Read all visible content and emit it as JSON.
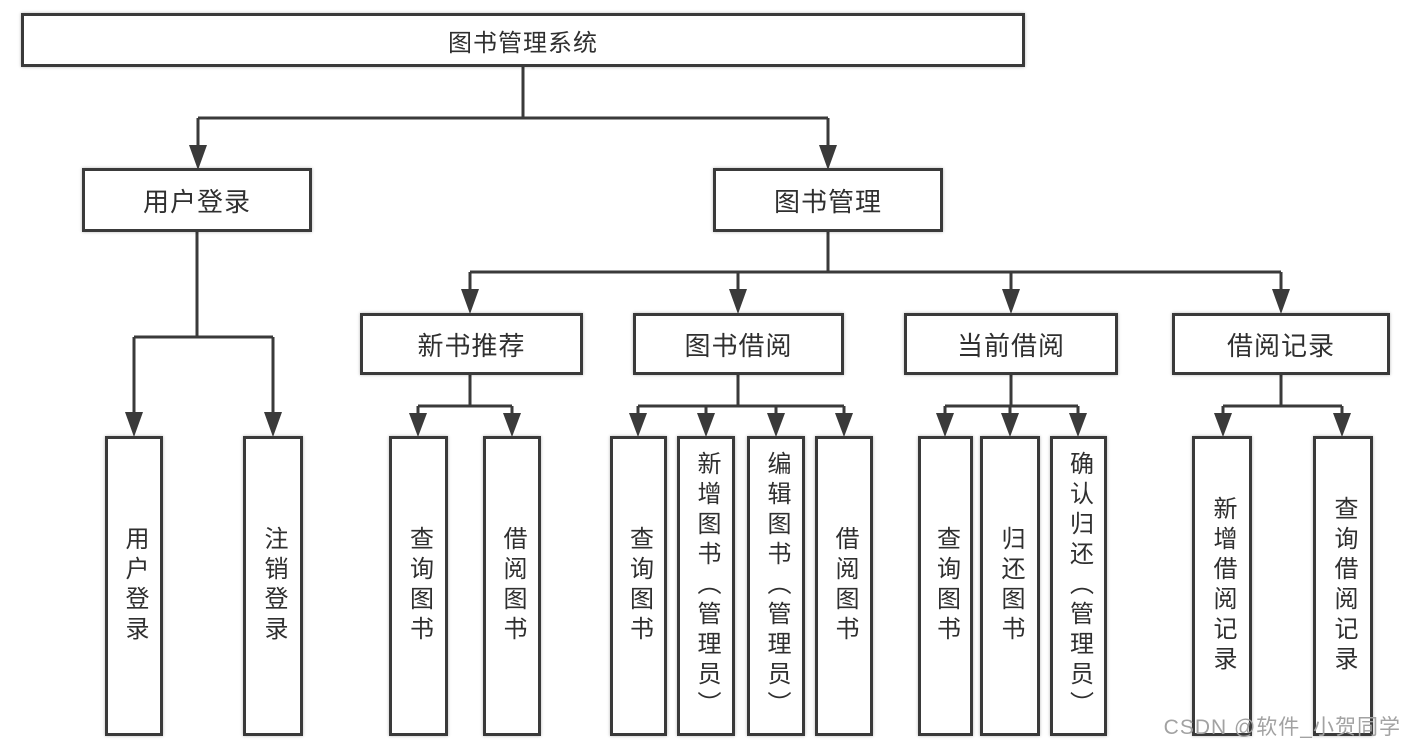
{
  "diagram": {
    "root": {
      "label": "图书管理系统"
    },
    "level2": [
      {
        "label": "用户登录"
      },
      {
        "label": "图书管理"
      }
    ],
    "level3": [
      {
        "label": "新书推荐"
      },
      {
        "label": "图书借阅"
      },
      {
        "label": "当前借阅"
      },
      {
        "label": "借阅记录"
      }
    ],
    "leaves": {
      "user_login": [
        "用户登录",
        "注销登录"
      ],
      "new_book": [
        "查询图书",
        "借阅图书"
      ],
      "book_borrow": [
        "查询图书",
        "新增图书（管理员）",
        "编辑图书（管理员）",
        "借阅图书"
      ],
      "current_borrow": [
        "查询图书",
        "归还图书",
        "确认归还（管理员）"
      ],
      "borrow_record": [
        "新增借阅记录",
        "查询借阅记录"
      ]
    }
  },
  "watermark": {
    "text": "CSDN @软件_小贺同学"
  },
  "colors": {
    "line": "#3a3a3a",
    "box_background": "#ffffff",
    "text": "#2f2f2f",
    "watermark": "#a2a2a2"
  }
}
